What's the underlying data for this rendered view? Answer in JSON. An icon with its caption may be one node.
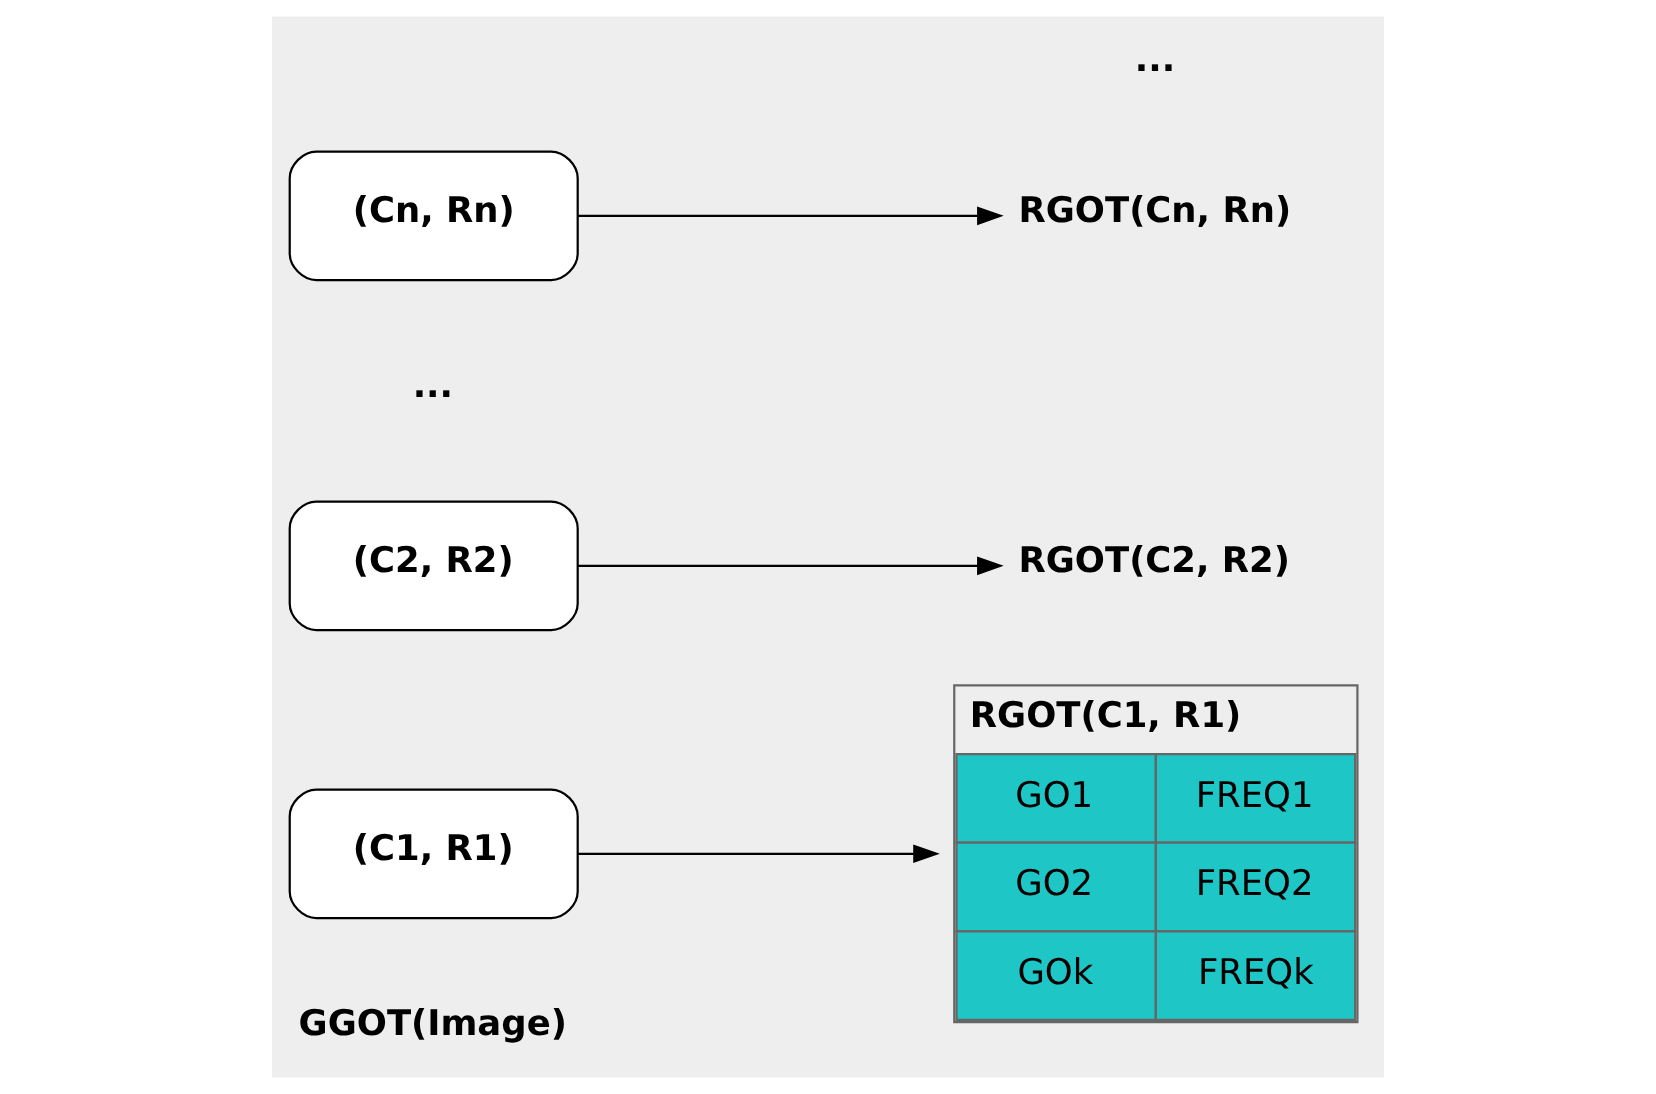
{
  "diagram": {
    "nodes": [
      {
        "text": [
          "(C1, R1)"
        ]
      },
      {
        "text": [
          "(C2, R2)"
        ]
      },
      {
        "text": [
          "(Cn, Rn)"
        ]
      },
      {
        "text": [
          "RGOT(C1, R1)",
          "GO1",
          "FREQ1",
          "GO2",
          "FREQ2",
          "GOk",
          "FREQk"
        ]
      },
      {
        "text": [
          "RGOT(C2, R2)"
        ]
      },
      {
        "text": [
          "RGOT(Cn, Rn)"
        ]
      }
    ],
    "edges": [
      {
        "from": 0,
        "to": 3,
        "arrow": "to"
      },
      {
        "from": 1,
        "to": 4,
        "arrow": "to"
      },
      {
        "from": 2,
        "to": 5,
        "arrow": "to"
      }
    ],
    "labels": [
      "GGOT(Image)",
      "...",
      "..."
    ]
  }
}
